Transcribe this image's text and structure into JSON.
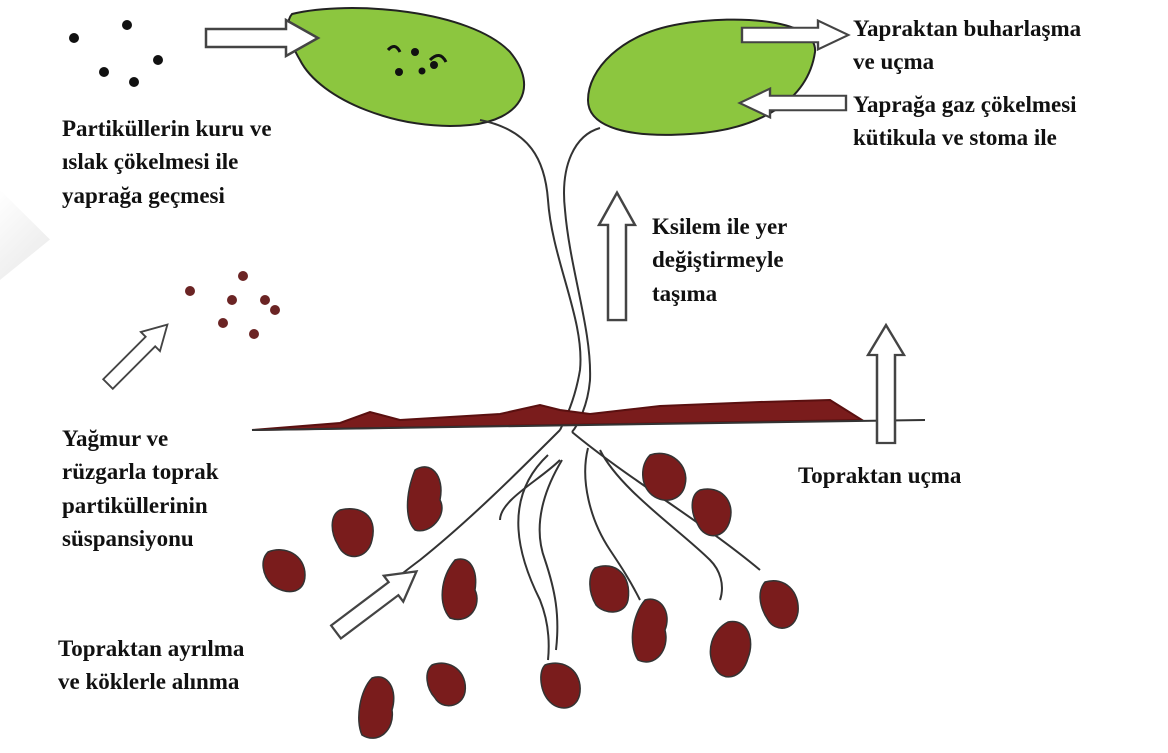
{
  "labels": {
    "dry_wet_deposition": [
      "Partiküllerin kuru ve",
      "ıslak çökelmesi ile",
      "yaprağa geçmesi"
    ],
    "leaf_evaporation": [
      "Yapraktan buharlaşma",
      "ve uçma"
    ],
    "gas_deposition": [
      "Yaprağa gaz çökelmesi",
      "kütikula ve stoma ile"
    ],
    "xylem_transport": [
      "Ksilem ile yer",
      "değiştirmeyle",
      "taşıma"
    ],
    "rain_wind_suspension": [
      "Yağmur ve",
      "rüzgarla toprak",
      "partiküllerinin",
      "süspansiyonu"
    ],
    "soil_volatilization": [
      "Topraktan uçma"
    ],
    "soil_uptake": [
      "Topraktan ayrılma",
      "ve köklerle alınma"
    ]
  },
  "colors": {
    "leaf": "#8cc63f",
    "soil": "#7a1c1c",
    "stem": "#333333",
    "arrow_stroke": "#444444",
    "black_particles": "#111111",
    "soil_particles": "#6b2424"
  }
}
